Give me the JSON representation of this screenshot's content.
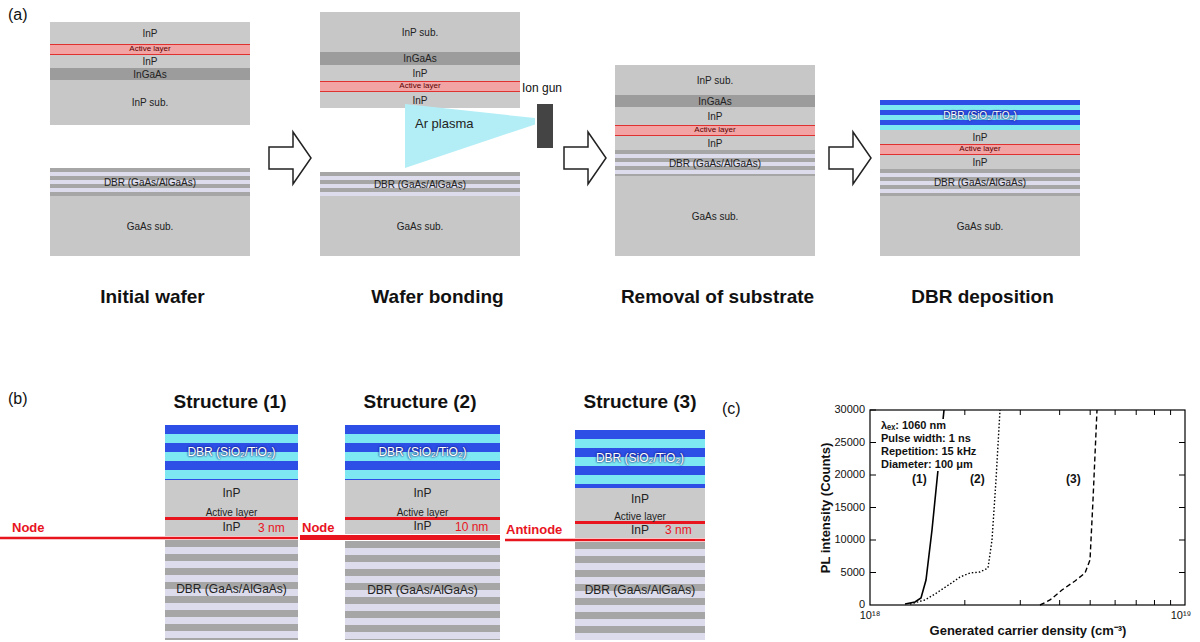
{
  "diagram": {
    "nodes": [
      {
        "text": [
          "Initial wafer"
        ]
      },
      {
        "text": [
          "InP"
        ],
        "in": 0
      },
      {
        "text": [
          "Active layer"
        ],
        "in": 0
      },
      {
        "text": [
          "InP"
        ],
        "in": 0
      },
      {
        "text": [
          "InGaAs"
        ],
        "in": 0
      },
      {
        "text": [
          "InP sub."
        ],
        "in": 0
      },
      {
        "text": [
          "DBR (GaAs/AlGaAs)"
        ],
        "in": 0
      },
      {
        "text": [
          "GaAs sub."
        ],
        "in": 0
      },
      {
        "text": [
          "Wafer bonding"
        ]
      },
      {
        "text": [
          "InP sub."
        ],
        "in": 8
      },
      {
        "text": [
          "InGaAs"
        ],
        "in": 8
      },
      {
        "text": [
          "InP"
        ],
        "in": 8
      },
      {
        "text": [
          "Active layer"
        ],
        "in": 8
      },
      {
        "text": [
          "InP"
        ],
        "in": 8
      },
      {
        "text": [
          "Ar plasma"
        ],
        "in": 8
      },
      {
        "text": [
          "DBR (GaAs/AlGaAs)"
        ],
        "in": 8
      },
      {
        "text": [
          "GaAs sub."
        ],
        "in": 8
      },
      {
        "text": [
          "Removal of substrate"
        ]
      },
      {
        "text": [
          "InP sub."
        ],
        "in": 17
      },
      {
        "text": [
          "InGaAs"
        ],
        "in": 17
      },
      {
        "text": [
          "InP"
        ],
        "in": 17
      },
      {
        "text": [
          "Active layer"
        ],
        "in": 17
      },
      {
        "text": [
          "InP"
        ],
        "in": 17
      },
      {
        "text": [
          "DBR (GaAs/AlGaAs)"
        ],
        "in": 17
      },
      {
        "text": [
          "GaAs sub."
        ],
        "in": 17
      },
      {
        "text": [
          "DBR deposition"
        ]
      },
      {
        "text": [
          "DBR (SiO₂/TiO₂)"
        ],
        "in": 25
      },
      {
        "text": [
          "InP"
        ],
        "in": 25
      },
      {
        "text": [
          "Active layer"
        ],
        "in": 25
      },
      {
        "text": [
          "InP"
        ],
        "in": 25
      },
      {
        "text": [
          "DBR (GaAs/AlGaAs)"
        ],
        "in": 25
      },
      {
        "text": [
          "GaAs sub."
        ],
        "in": 25
      },
      {
        "text": [
          "Structure (1)"
        ]
      },
      {
        "text": [
          "DBR (SiO₂/TiO₂)"
        ],
        "in": 32
      },
      {
        "text": [
          "InP"
        ],
        "in": 32
      },
      {
        "text": [
          "Active layer"
        ],
        "in": 32
      },
      {
        "text": [
          "InP"
        ],
        "in": 32
      },
      {
        "text": [
          "DBR (GaAs/AlGaAs)"
        ],
        "in": 32
      },
      {
        "text": [
          "Structure (2)"
        ]
      },
      {
        "text": [
          "DBR (SiO₂/TiO₂)"
        ],
        "in": 38
      },
      {
        "text": [
          "InP"
        ],
        "in": 38
      },
      {
        "text": [
          "Active layer"
        ],
        "in": 38
      },
      {
        "text": [
          "InP"
        ],
        "in": 38
      },
      {
        "text": [
          "DBR (GaAs/AlGaAs)"
        ],
        "in": 38
      },
      {
        "text": [
          "Structure (3)"
        ]
      },
      {
        "text": [
          "DBR (SiO₂/TiO₂)"
        ],
        "in": 44
      },
      {
        "text": [
          "InP"
        ],
        "in": 44
      },
      {
        "text": [
          "Active layer"
        ],
        "in": 44
      },
      {
        "text": [
          "InP"
        ],
        "in": 44
      },
      {
        "text": [
          "DBR (GaAs/AlGaAs)"
        ],
        "in": 44
      }
    ],
    "edges": [
      {
        "from": 0,
        "to": 8,
        "arrow": "to"
      },
      {
        "from": 8,
        "to": 17,
        "arrow": "to"
      },
      {
        "from": 17,
        "to": 25,
        "arrow": "to"
      }
    ],
    "labels": [
      "(a)",
      "Ion gun",
      "(b)",
      "Node",
      "3 nm",
      "Node",
      "10 nm",
      "Antinode",
      "3 nm",
      "(c)",
      "λₑₓ: 1060 nm",
      "Pulse width: 1 ns",
      "Repetition: 15 kHz",
      "Diameter: 100 μm",
      "(1)",
      "(2)",
      "(3)",
      "30000",
      "25000",
      "20000",
      "15000",
      "10000",
      "5000",
      "0",
      "10¹⁸",
      "10¹⁹",
      "PL intensity (Counts)",
      "Generated carrier density (cm⁻³)"
    ]
  }
}
